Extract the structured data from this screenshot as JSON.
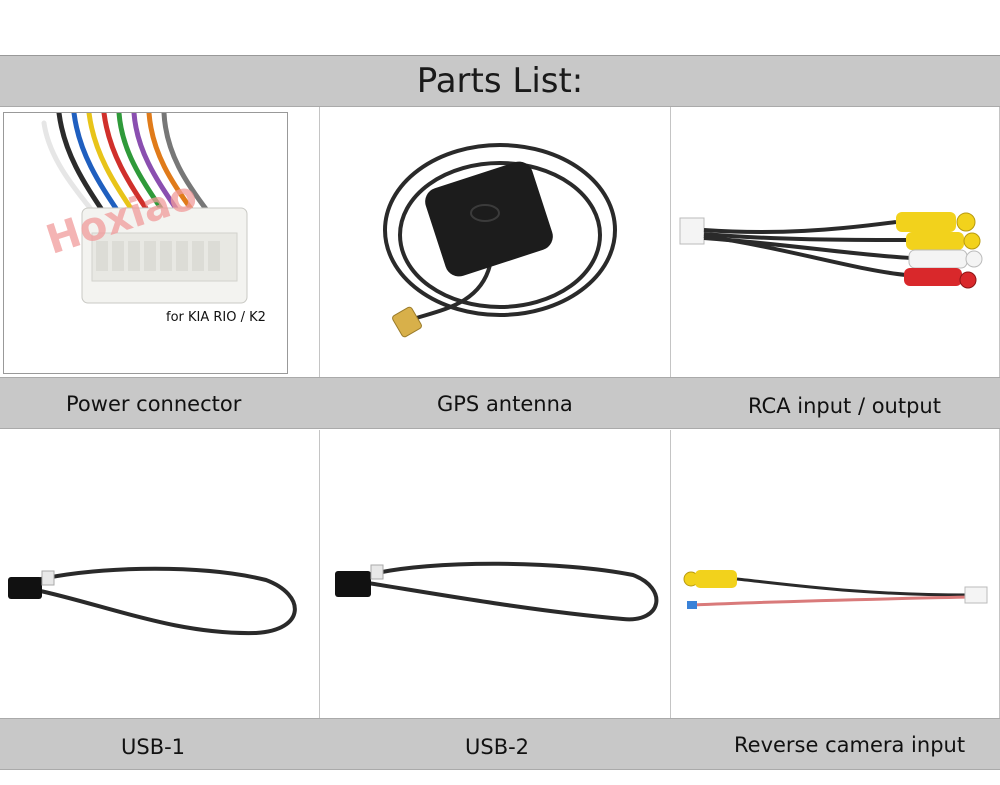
{
  "title": "Parts List:",
  "items": [
    {
      "label": "Power connector",
      "icon": "power-connector-harness",
      "caption": "for KIA RIO / K2"
    },
    {
      "label": "GPS antenna",
      "icon": "gps-antenna"
    },
    {
      "label": "RCA input / output",
      "icon": "rca-cable"
    },
    {
      "label": "USB-1",
      "icon": "usb-cable"
    },
    {
      "label": "USB-2",
      "icon": "usb-cable"
    },
    {
      "label": "Reverse camera input",
      "icon": "reverse-camera-cable"
    }
  ],
  "watermark": "Hoxiao",
  "colors": {
    "bar": "#c8c8c8",
    "cable": "#2a2a2a",
    "rca_yellow": "#f2d21c",
    "rca_red": "#d9282b",
    "rca_white": "#f4f4f4"
  }
}
